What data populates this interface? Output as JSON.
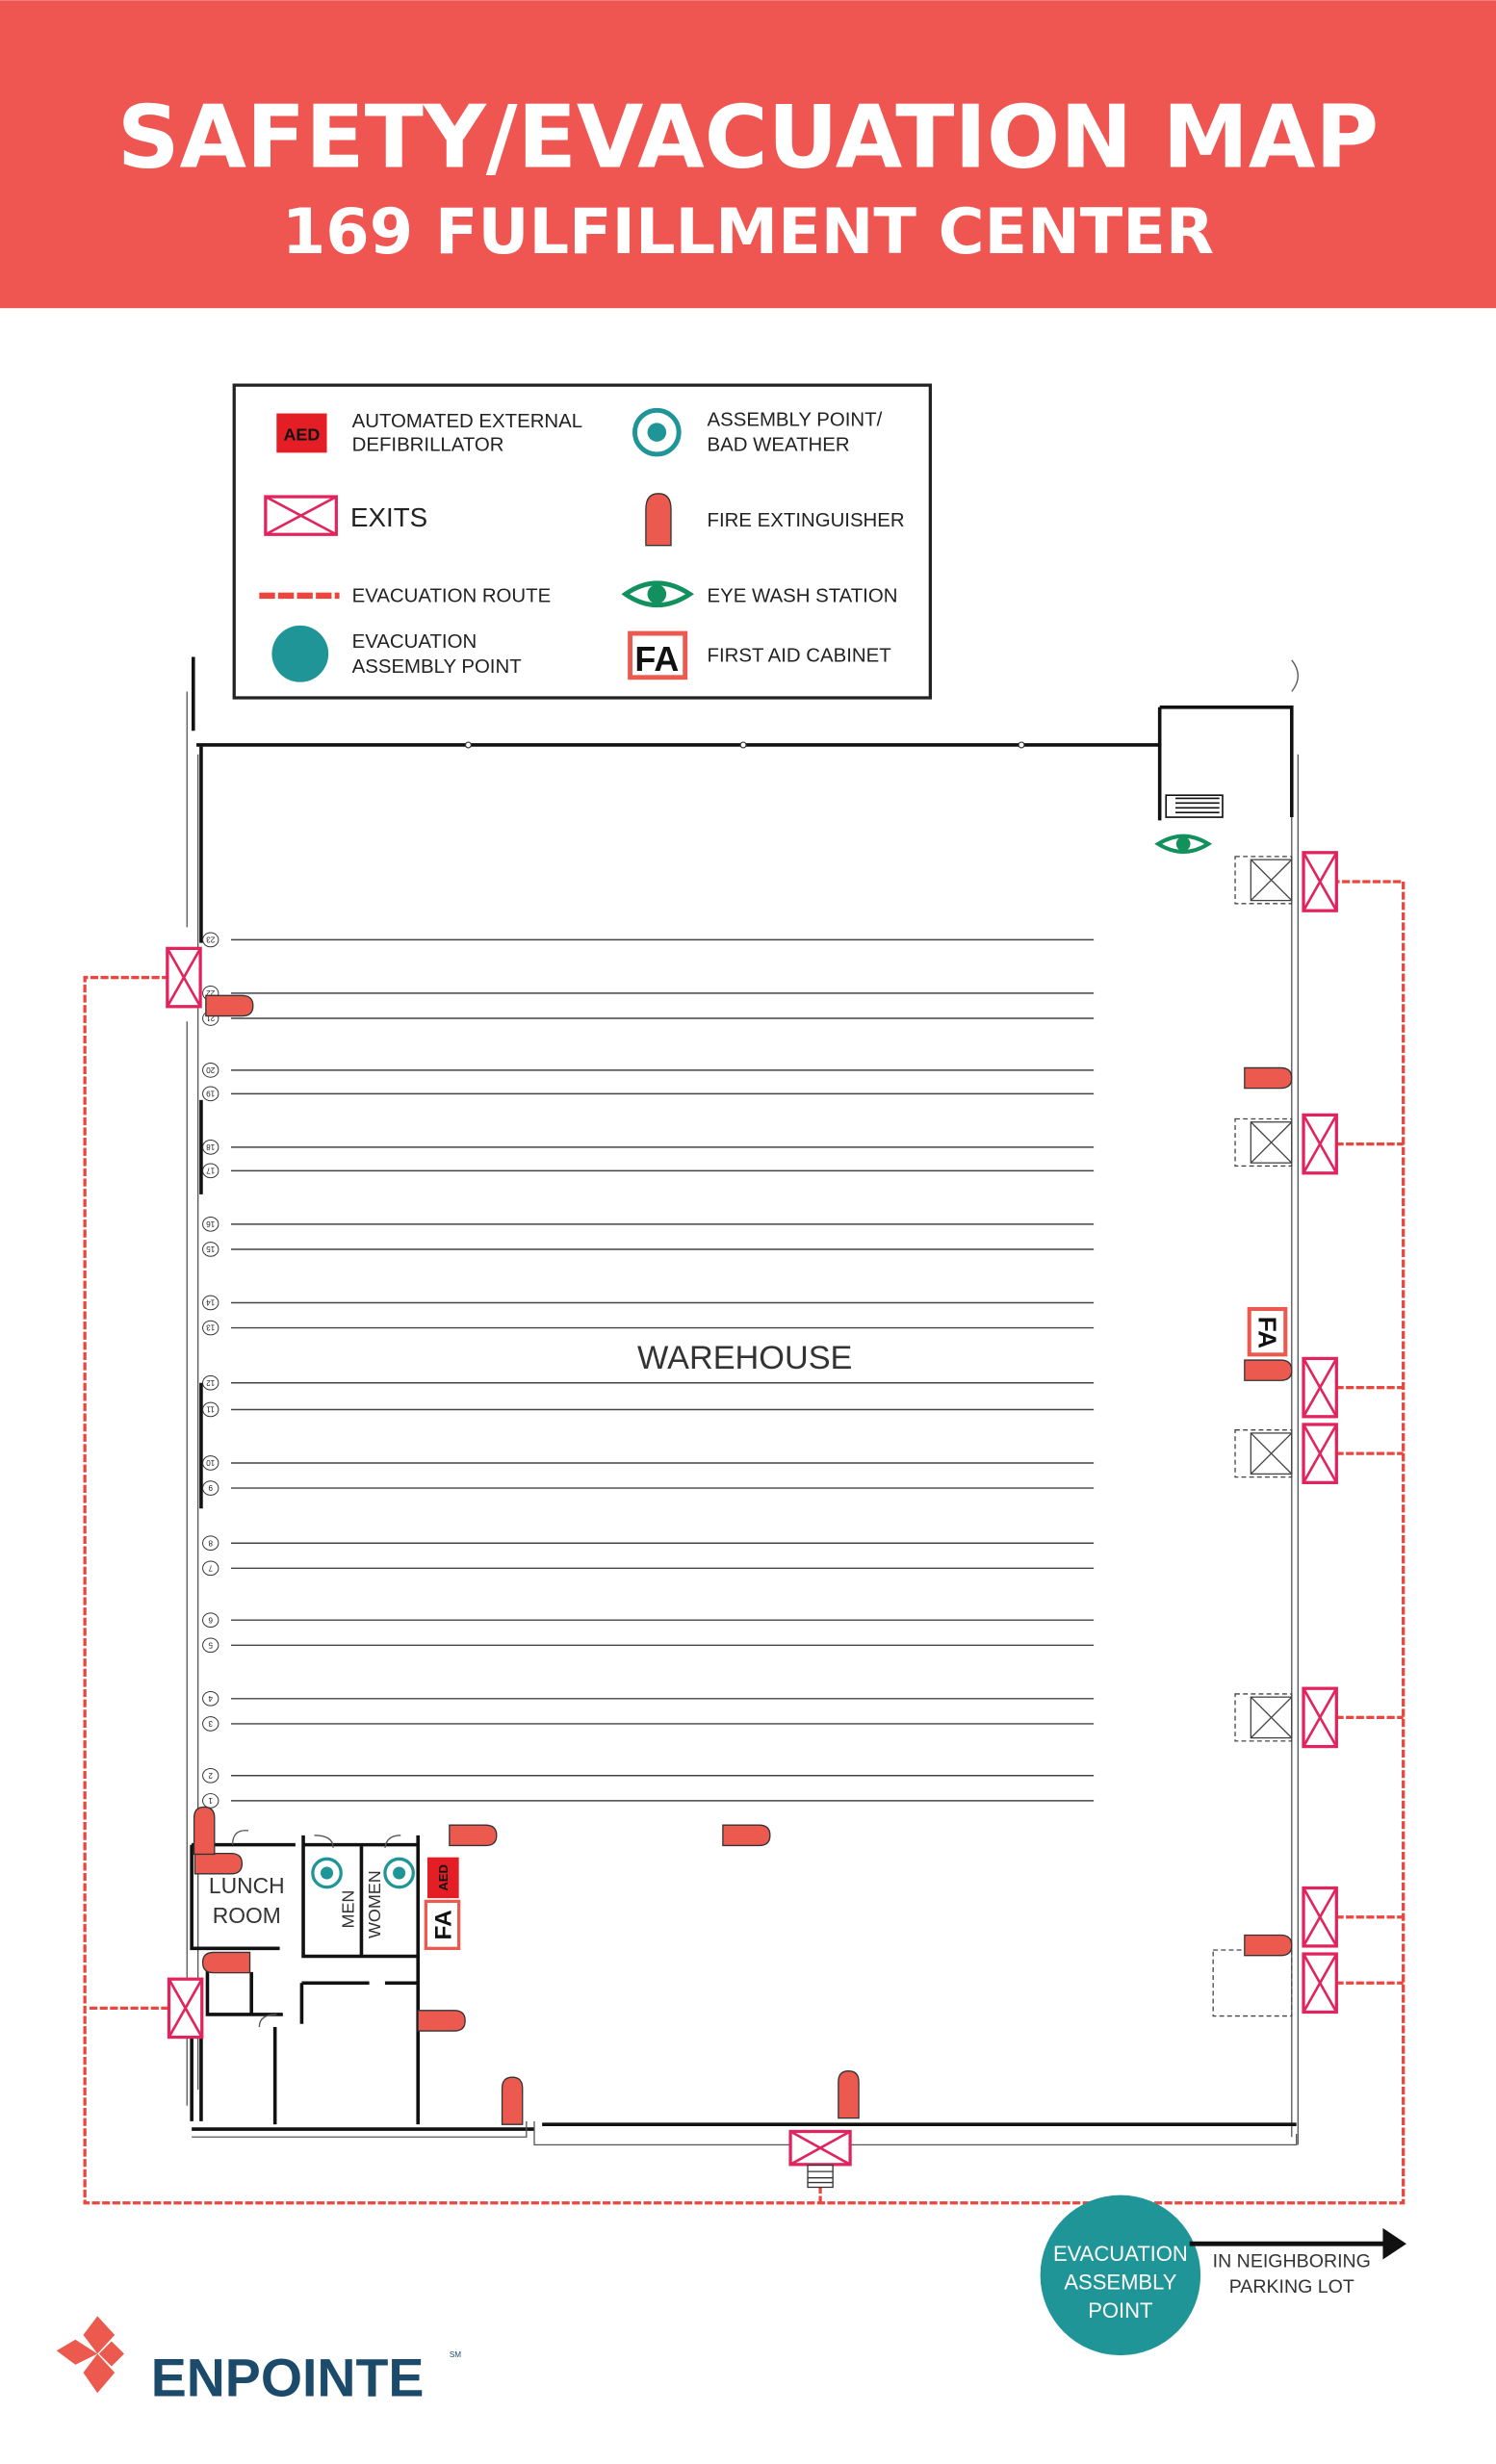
{
  "header": {
    "title": "SAFETY/EVACUATION MAP",
    "subtitle": "169 FULFILLMENT CENTER"
  },
  "legend": {
    "aed_icon_text": "AED",
    "aed_line1": "AUTOMATED EXTERNAL",
    "aed_line2": "DEFIBRILLATOR",
    "exits": "EXITS",
    "route": "EVACUATION ROUTE",
    "eap_line1": "EVACUATION",
    "eap_line2": "ASSEMBLY POINT",
    "bad_weather_line1": "ASSEMBLY POINT/",
    "bad_weather_line2": "BAD WEATHER",
    "extinguisher": "FIRE EXTINGUISHER",
    "eye_wash": "EYE WASH STATION",
    "fa_icon_text": "FA",
    "first_aid": "FIRST AID CABINET"
  },
  "map": {
    "warehouse_label": "WAREHOUSE",
    "lunch_line1": "LUNCH",
    "lunch_line2": "ROOM",
    "men": "MEN",
    "women": "WOMEN",
    "aed": "AED",
    "fa": "FA",
    "aisles": [
      "23",
      "22",
      "21",
      "20",
      "19",
      "18",
      "17",
      "16",
      "15",
      "14",
      "13",
      "12",
      "11",
      "10",
      "9",
      "8",
      "7",
      "6",
      "5",
      "4",
      "3",
      "2",
      "1"
    ]
  },
  "assembly": {
    "line1": "EVACUATION",
    "line2": "ASSEMBLY",
    "line3": "POINT",
    "note_line1": "IN NEIGHBORING",
    "note_line2": "PARKING LOT"
  },
  "logo": {
    "text": "ENPOINTE",
    "mark": "SM"
  },
  "colors": {
    "header": "#ef5652",
    "teal": "#1f9597",
    "exit": "#e0245e",
    "extinguisher": "#ec5a4f",
    "brand": "#1c4a6b",
    "eye": "#12905e"
  }
}
